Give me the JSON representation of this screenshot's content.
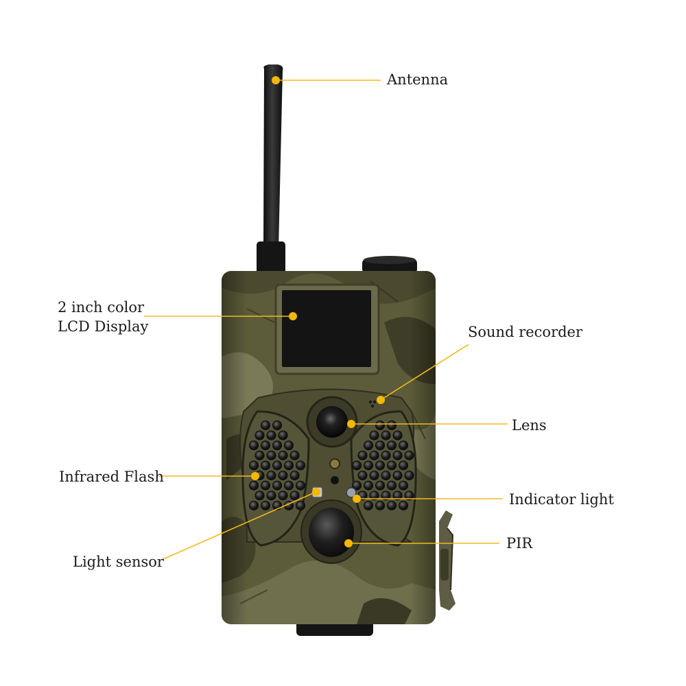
{
  "colors": {
    "callout_line": "#f2b91e",
    "callout_dot": "#f5b800",
    "camo_base": "#5c5c3a",
    "camo_dark": "#3b3a25",
    "camo_light": "#8a8a66",
    "lcd": "#141414",
    "antenna": "#1b1b1b"
  },
  "callouts": {
    "antenna": "Antenna",
    "lcd": [
      "2 inch color",
      "LCD Display"
    ],
    "sound_recorder": "Sound recorder",
    "lens": "Lens",
    "infrared_flash": "Infrared Flash",
    "indicator_light": "Indicator light",
    "pir": "PIR",
    "light_sensor": "Light sensor"
  }
}
